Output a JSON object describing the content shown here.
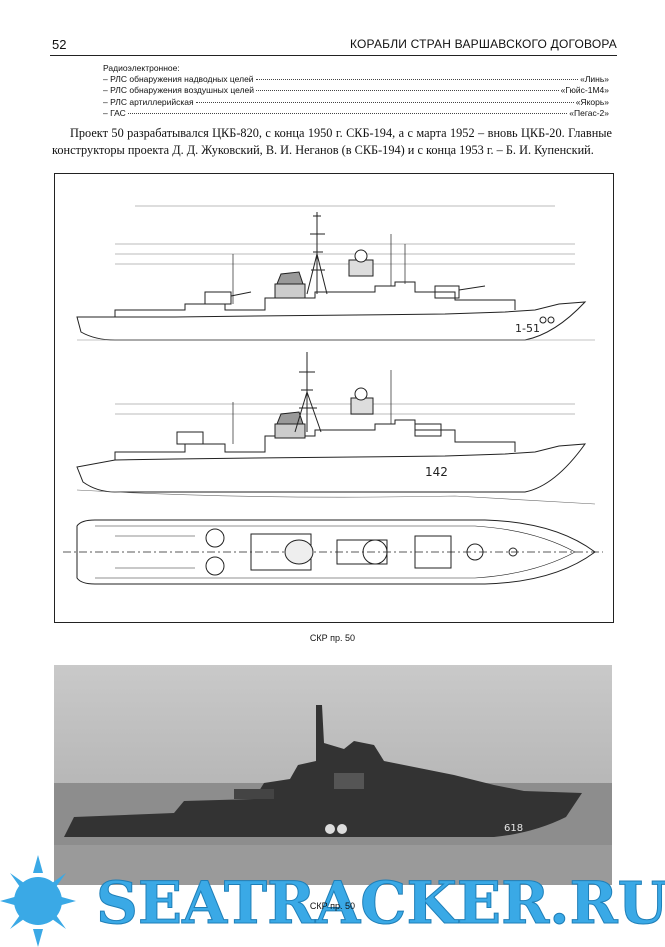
{
  "header": {
    "page_number": "52",
    "running_title": "КОРАБЛИ СТРАН ВАРШАВСКОГО ДОГОВОРА"
  },
  "specs": {
    "heading": "Радиоэлектронное:",
    "rows": [
      {
        "label": "– РЛС обнаружения надводных целей",
        "value": "«Линь»"
      },
      {
        "label": "– РЛС обнаружения воздушных целей",
        "value": "«Гюйс-1М4»"
      },
      {
        "label": "– РЛС артиллерийская",
        "value": "«Якорь»"
      },
      {
        "label": "– ГАС",
        "value": "«Пегас-2»"
      }
    ]
  },
  "body_text": "Проект 50 разрабатывался ЦКБ-820, с конца 1950 г. СКБ-194, а с марта 1952 – вновь ЦКБ-20. Главные конструкторы проекта Д. Д. Жуковский, В. И. Неганов (в СКБ-194) и с конца 1953 г. – Б. И. Купенский.",
  "drawing": {
    "hull_number_top": "1-51",
    "hull_number_middle": "142",
    "caption": "СКР пр. 50"
  },
  "photo": {
    "hull_number": "618",
    "caption": "СКР пр. 50"
  },
  "watermark": {
    "text": "SEATRACKER.RU",
    "color": "#3aa9e6"
  }
}
